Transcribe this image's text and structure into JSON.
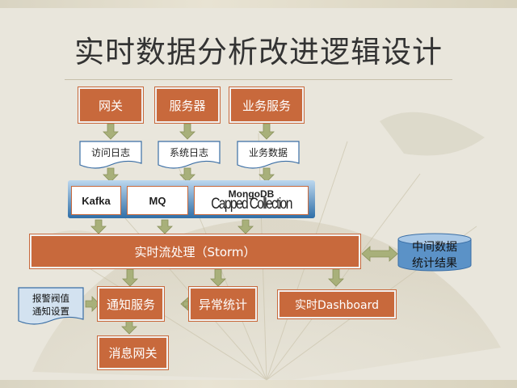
{
  "title": "实时数据分析改进逻辑设计",
  "sources": [
    "网关",
    "服务器",
    "业务服务"
  ],
  "logs": [
    "访问日志",
    "系统日志",
    "业务数据"
  ],
  "queues": {
    "kafka": "Kafka",
    "mq": "MQ",
    "mongo_top": "MongoDB",
    "mongo_bottom": "Capped Collection"
  },
  "storm": "实时流处理（Storm）",
  "storage": {
    "line1": "中间数据",
    "line2": "统计结果"
  },
  "alarm_config": {
    "line1": "报警阀值",
    "line2": "通知设置"
  },
  "notify": "通知服务",
  "anomaly": "异常统计",
  "dashboard": "实时Dashboard",
  "msg_gateway": "消息网关",
  "colors": {
    "box": "#c8693c",
    "band_top": "#bcd7ee",
    "band_bottom": "#2f6fa8",
    "cylinder": "#5b92c7",
    "arrow": "#9aa36a"
  }
}
